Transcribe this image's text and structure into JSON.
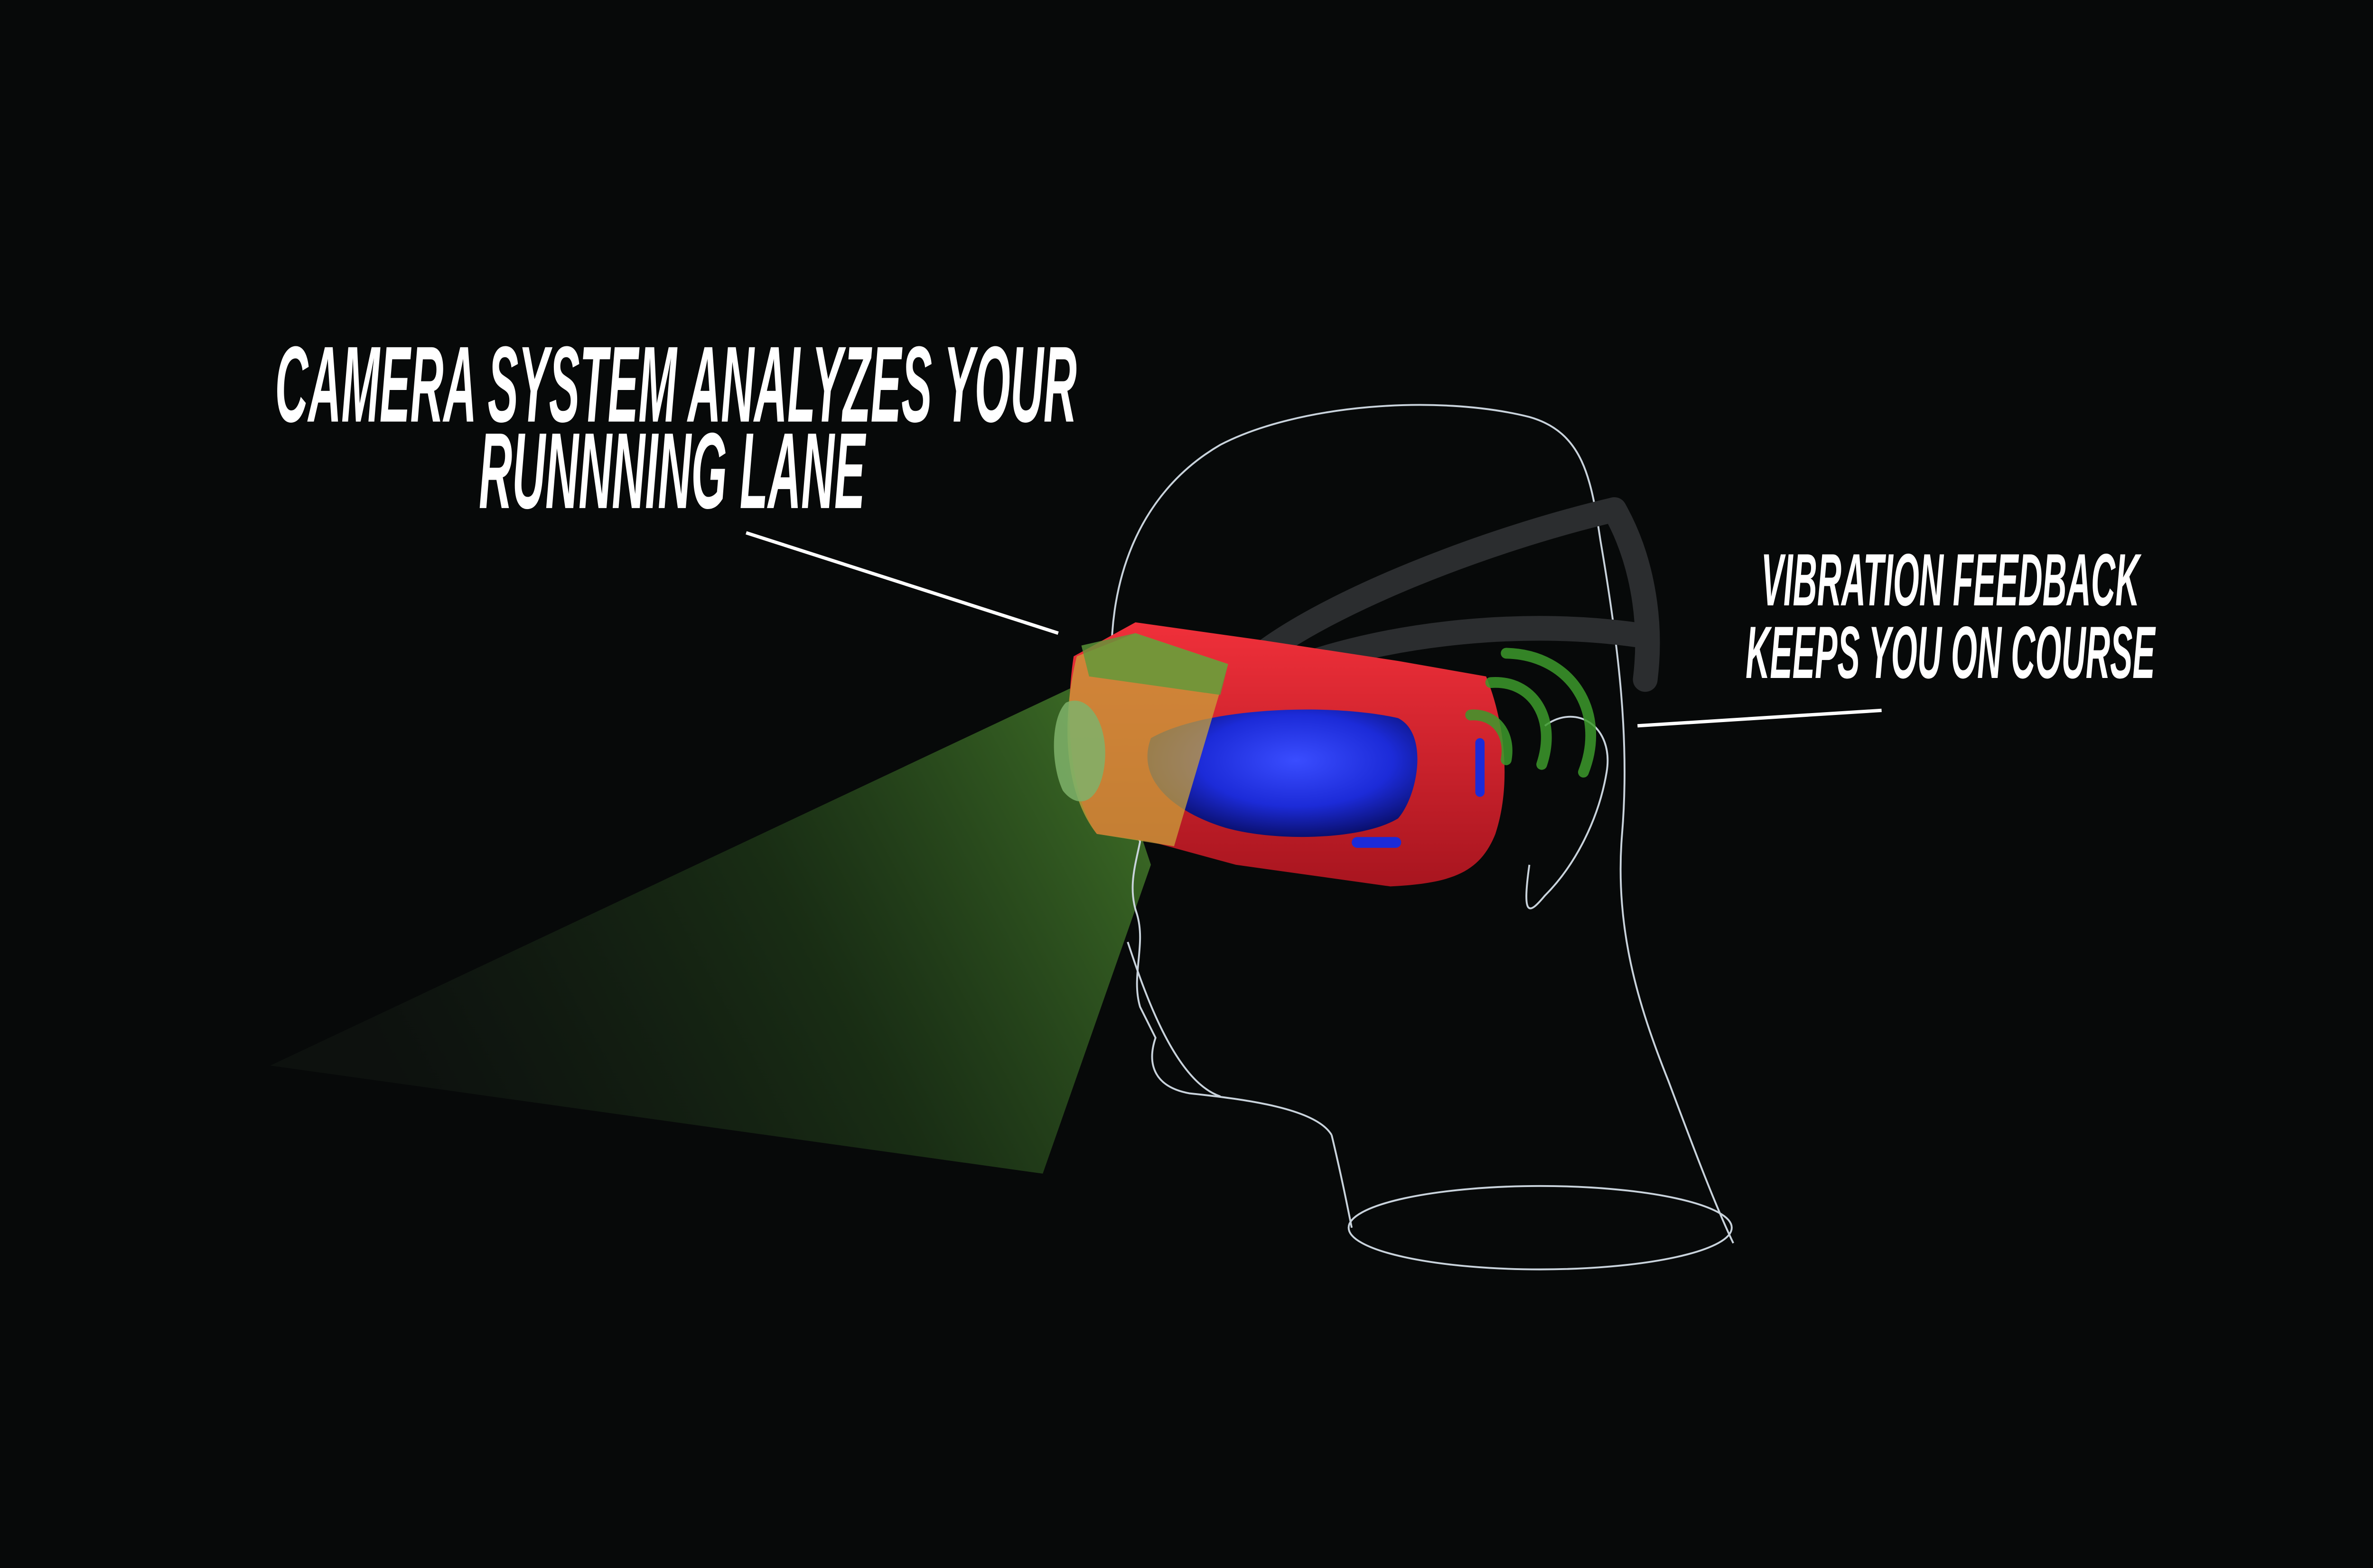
{
  "callouts": {
    "camera": {
      "line1": "CAMERA SYSTEM ANALYZES YOUR",
      "line2": "RUNNNING LANE"
    },
    "vibration": {
      "line1": "VIBRATION FEEDBACK",
      "line2": "KEEPS YOU ON COURSE"
    }
  },
  "colors": {
    "background": "#070909",
    "goggle_body": "#d4212b",
    "lens": "#1c2bd8",
    "camera_beam": "#3f7a2a",
    "vibration_waves": "#3c9a2c",
    "strap": "#2b2d2f",
    "outline": "#c9d3dc"
  }
}
